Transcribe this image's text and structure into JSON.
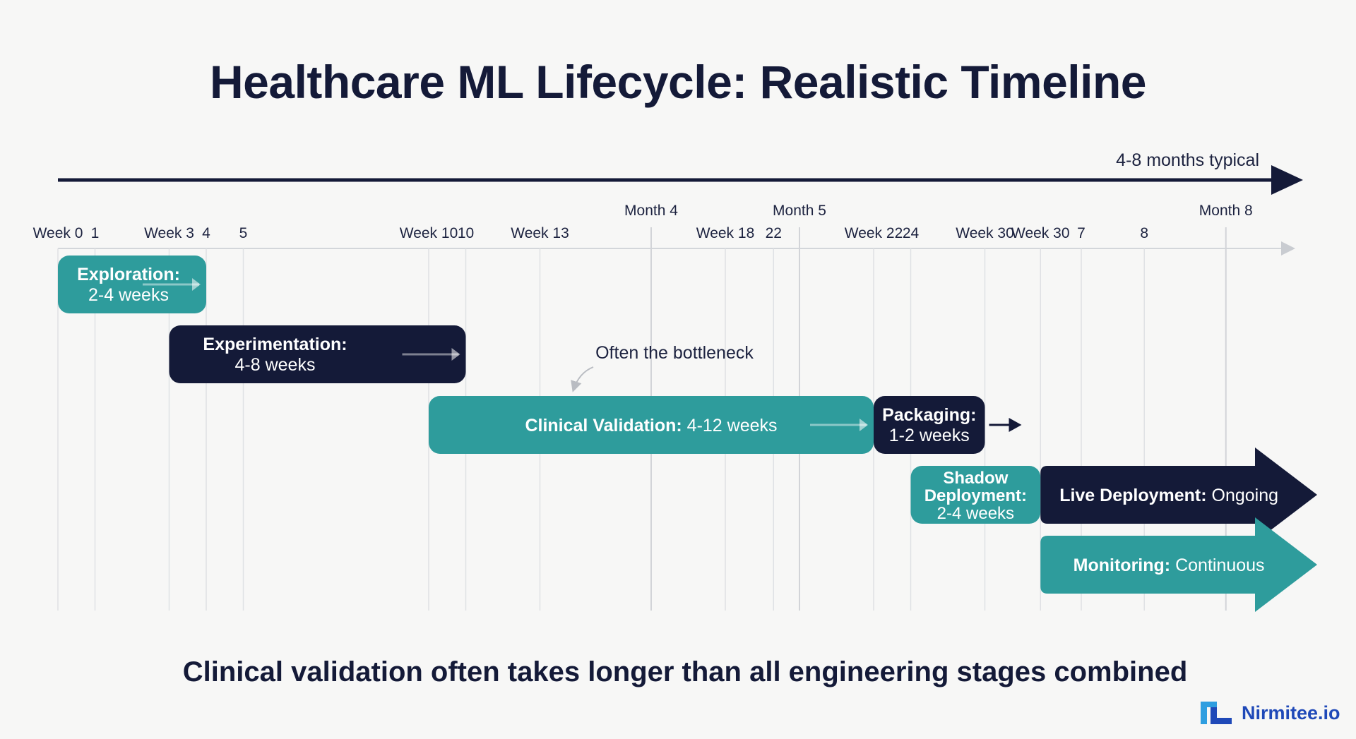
{
  "title": "Healthcare ML Lifecycle: Realistic Timeline",
  "footer": "Clinical validation often takes longer than all engineering stages combined",
  "brand": {
    "name": "Nirmitee.io",
    "icon": "nirmitee-logo-icon"
  },
  "timeline": {
    "span_label": "4-8 months typical",
    "ticks": [
      {
        "label": "Week 0",
        "pos": 0
      },
      {
        "label": "1",
        "pos": 1
      },
      {
        "label": "Week 3",
        "pos": 3
      },
      {
        "label": "4",
        "pos": 4
      },
      {
        "label": "5",
        "pos": 5
      },
      {
        "label": "Week 10",
        "pos": 10
      },
      {
        "label": "10",
        "pos": 11
      },
      {
        "label": "Week 13",
        "pos": 13
      },
      {
        "label": "Week 18",
        "pos": 18
      },
      {
        "label": "22",
        "pos": 19.3
      },
      {
        "label": "Week 22",
        "pos": 22
      },
      {
        "label": "24",
        "pos": 23
      },
      {
        "label": "Week 30",
        "pos": 25
      },
      {
        "label": "Week 30",
        "pos": 26.5
      },
      {
        "label": "7",
        "pos": 27.6
      },
      {
        "label": "8",
        "pos": 29.3
      }
    ],
    "months": [
      {
        "label": "Month 4",
        "pos": 16
      },
      {
        "label": "Month 5",
        "pos": 20
      },
      {
        "label": "Month 8",
        "pos": 31.5
      }
    ]
  },
  "stages": [
    {
      "id": "exploration",
      "name": "Exploration:",
      "duration": "2-4 weeks",
      "start": 0,
      "end": 4,
      "color": "#2e9c9c",
      "shape": "rounded",
      "arrow": "inner"
    },
    {
      "id": "experimentation",
      "name": "Experimentation:",
      "duration": "4-8 weeks",
      "start": 3,
      "end": 11,
      "color": "#141a38",
      "shape": "rounded",
      "arrow": "inner"
    },
    {
      "id": "clinical-validation",
      "name": "Clinical Validation:",
      "duration": "4-12 weeks",
      "start": 10,
      "end": 22,
      "color": "#2e9c9c",
      "shape": "rounded",
      "arrow": "inner"
    },
    {
      "id": "packaging",
      "name": "Packaging:",
      "duration": "1-2 weeks",
      "start": 22,
      "end": 25,
      "color": "#141a38",
      "shape": "rounded",
      "arrow": "outer"
    },
    {
      "id": "shadow-deployment",
      "name": "Shadow Deployment:",
      "duration": "2-4 weeks",
      "start": 23,
      "end": 26.5,
      "color": "#2e9c9c",
      "shape": "rounded",
      "arrow": "none"
    },
    {
      "id": "live-deployment",
      "name": "Live Deployment:",
      "duration": "Ongoing",
      "start": 26.5,
      "end": 34,
      "color": "#141a38",
      "shape": "arrow",
      "arrow": "none"
    },
    {
      "id": "monitoring",
      "name": "Monitoring:",
      "duration": "Continuous",
      "start": 26.5,
      "end": 34,
      "color": "#2e9c9c",
      "shape": "arrow",
      "arrow": "none"
    }
  ],
  "annotation": {
    "text": "Often the bottleneck",
    "target": "clinical-validation"
  }
}
